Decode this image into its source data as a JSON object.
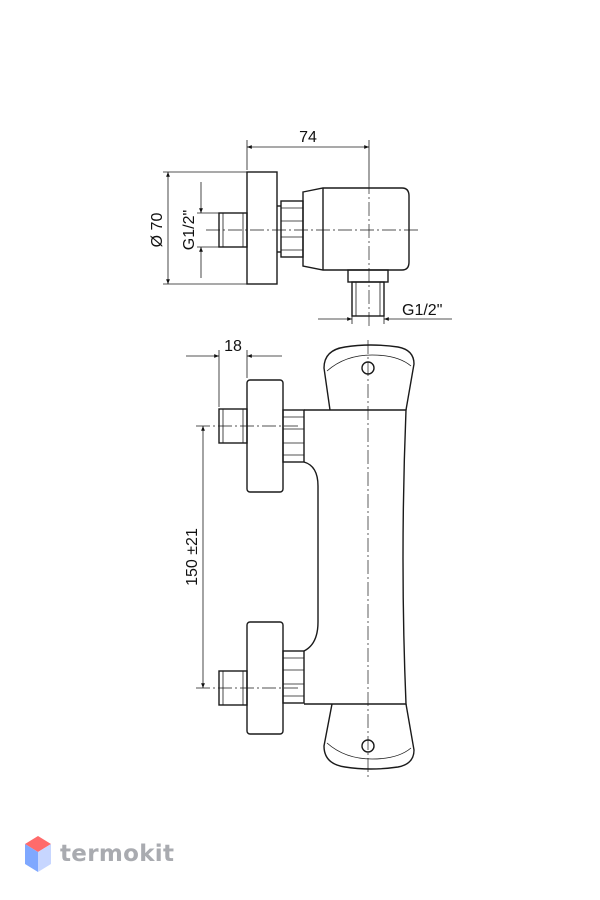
{
  "dimensions": {
    "width_74": "74",
    "diameter_70": "Ø 70",
    "thread_inlet_top": "G1/2\"",
    "thread_outlet": "G1/2\"",
    "spacing_18": "18",
    "center_distance": "150 ±21"
  },
  "brand": {
    "name": "termokit",
    "logo_icon": "hexagon-cube-icon",
    "colors": {
      "top": "#ff6b6b",
      "left": "#7fa8ff",
      "right": "#c7d6ff"
    }
  }
}
